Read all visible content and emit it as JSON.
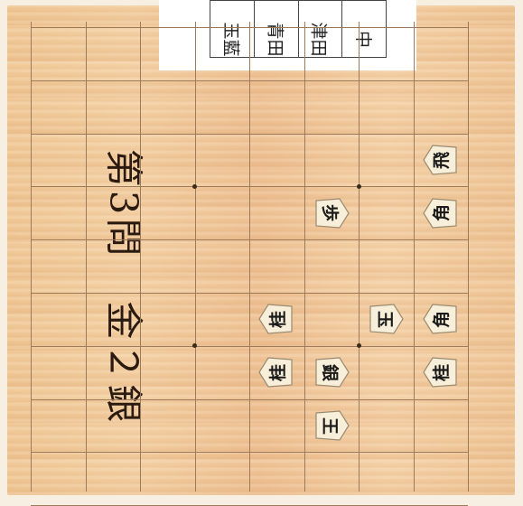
{
  "problem": {
    "title": "第3問　金２銀"
  },
  "info_table": [
    {
      "label": "中"
    },
    {
      "label": "津田"
    },
    {
      "label": "青田"
    },
    {
      "label": "玉藍"
    }
  ],
  "pieces": [
    {
      "id": "gote-hisha",
      "label": "飛",
      "side": "gote",
      "col": 1,
      "row": 3
    },
    {
      "id": "gote-kaku-1",
      "label": "角",
      "side": "gote",
      "col": 1,
      "row": 4
    },
    {
      "id": "gote-kaku-2",
      "label": "角",
      "side": "gote",
      "col": 1,
      "row": 6
    },
    {
      "id": "gote-kei-1",
      "label": "桂",
      "side": "gote",
      "col": 1,
      "row": 7
    },
    {
      "id": "sente-gyoku",
      "label": "玉",
      "side": "sente",
      "col": 2,
      "row": 6
    },
    {
      "id": "sente-fu",
      "label": "歩",
      "side": "sente",
      "col": 3,
      "row": 4
    },
    {
      "id": "sente-gin",
      "label": "銀",
      "side": "sente",
      "col": 3,
      "row": 7
    },
    {
      "id": "sente-ou",
      "label": "王",
      "side": "sente",
      "col": 3,
      "row": 8
    },
    {
      "id": "gote-kei-2",
      "label": "桂",
      "side": "gote",
      "col": 4,
      "row": 6
    },
    {
      "id": "gote-kei-3",
      "label": "桂",
      "side": "gote",
      "col": 4,
      "row": 7
    }
  ],
  "colors": {
    "board": "#f0c896",
    "grid": "#9c7a5a",
    "piece_face": "#f7efd9",
    "piece_edge": "#9a8a70"
  },
  "icons": {
    "star_point": "star-point-icon"
  }
}
